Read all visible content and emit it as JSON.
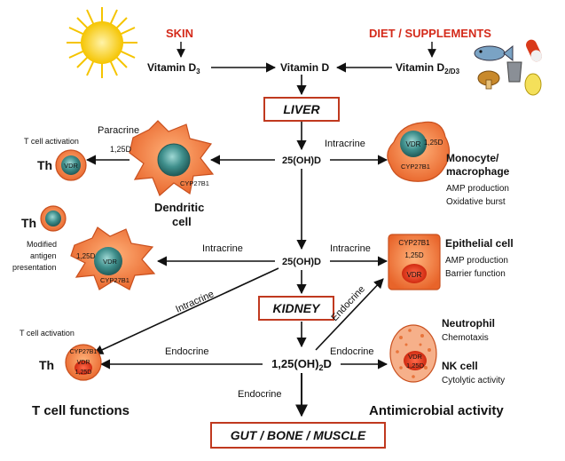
{
  "sources": {
    "skin": "SKIN",
    "diet": "DIET / SUPPLEMENTS",
    "vitamin_d3": "Vitamin D",
    "vitamin_d3_sub": "3",
    "vitamin_d": "Vitamin D",
    "vitamin_d2d3": "Vitamin D",
    "vitamin_d2d3_sub": "2/D3"
  },
  "organs": {
    "liver": "LIVER",
    "kidney": "KIDNEY",
    "gut": "GUT / BONE / MUSCLE"
  },
  "metabolites": {
    "d25_top": "25(OH)D",
    "d25_mid": "25(OH)D",
    "d125": "1,25(OH)",
    "d125_sub": "2",
    "d125_suffix": "D"
  },
  "arrows": {
    "paracrine": "Paracrine",
    "paracrine_sub": "1,25D",
    "intracrine_monocyte": "Intracrine",
    "intracrine_dendritic": "Intracrine",
    "intracrine_epithelial": "Intracrine",
    "intracrine_diag": "Intracrine",
    "endocrine_epithelial": "Endocrine",
    "endocrine_th": "Endocrine",
    "endocrine_neutrophil": "Endocrine",
    "endocrine_gut": "Endocrine"
  },
  "cells": {
    "th1": {
      "label": "Th",
      "vdr": "VDR",
      "caption": "T cell activation"
    },
    "dendritic1": {
      "enzyme": "CYP27B1",
      "label_l1": "Dendritic",
      "label_l2": "cell"
    },
    "th2": {
      "label": "Th",
      "caption_l1": "Modified",
      "caption_l2": "antigen",
      "caption_l3": "presentation"
    },
    "dendritic2": {
      "enzyme": "CYP27B1",
      "metabolite": "1,25D",
      "vdr": "VDR"
    },
    "monocyte": {
      "vdr": "VDR",
      "metabolite": "1,25D",
      "enzyme": "CYP27B1",
      "title_l1": "Monocyte/",
      "title_l2": "macrophage",
      "func1": "AMP production",
      "func2": "Oxidative burst"
    },
    "epithelial": {
      "enzyme": "CYP27B1",
      "metabolite": "1,25D",
      "vdr": "VDR",
      "title": "Epithelial cell",
      "func1": "AMP production",
      "func2": "Barrier function"
    },
    "th3": {
      "label": "Th",
      "enzyme": "CYP27B1",
      "vdr": "VDR",
      "metabolite": "1,25D",
      "caption": "T cell activation"
    },
    "neutrophil": {
      "vdr": "VDR",
      "metabolite": "1,25D",
      "title": "Neutrophil",
      "func": "Chemotaxis",
      "nk_title": "NK cell",
      "nk_func": "Cytolytic activity"
    }
  },
  "footer": {
    "t_cell": "T cell functions",
    "antimicrobial": "Antimicrobial activity"
  },
  "colors": {
    "box_border": "#c0391f",
    "red_text": "#d42a1a",
    "cell_orange": "#f27b3a",
    "nucleus_teal": "#3f8f8c",
    "sun": "#f5cf1a"
  }
}
